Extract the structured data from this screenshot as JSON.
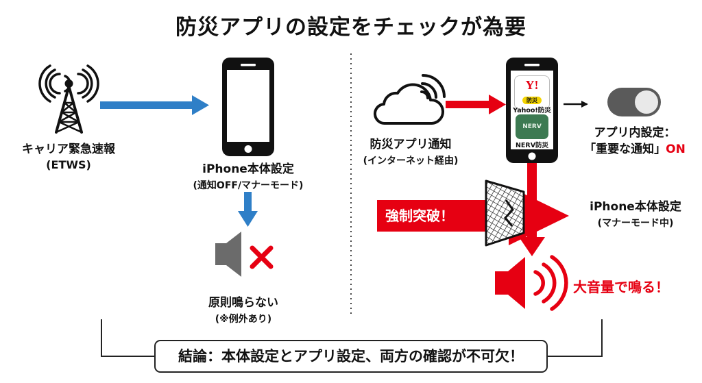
{
  "title": "防災アプリの設定をチェックが為要",
  "colors": {
    "blue": "#2f7fc7",
    "red": "#e60012",
    "dark": "#111111",
    "gray": "#6b6b6b"
  },
  "left": {
    "tower_icon": "cell-tower-icon",
    "tower_label": "キャリア緊急速報",
    "tower_sub": "(ETWS)",
    "phone_label": "iPhone本体設定",
    "phone_sub": "(通知OFF/マナーモード)",
    "muted_label": "原則鳴らない",
    "muted_sub": "(※例外あり)"
  },
  "right": {
    "cloud_label": "防災アプリ通知",
    "cloud_sub": "(インターネット経由)",
    "app1_logo": "Y!",
    "app1_badge": "防災",
    "app1_name": "Yahoo!防災",
    "app2_logo": "NERV",
    "app2_name": "NERV防災",
    "toggle_label": "アプリ内設定：",
    "toggle_value_prefix": "「重要な通知」",
    "toggle_value_on": "ON",
    "override_label": "強制突破！",
    "phone_label": "iPhone本体設定",
    "phone_sub": "(マナーモード中)",
    "loud_label": "大音量で鳴る！"
  },
  "conclusion": "結論：本体設定とアプリ設定、両方の確認が不可欠！"
}
